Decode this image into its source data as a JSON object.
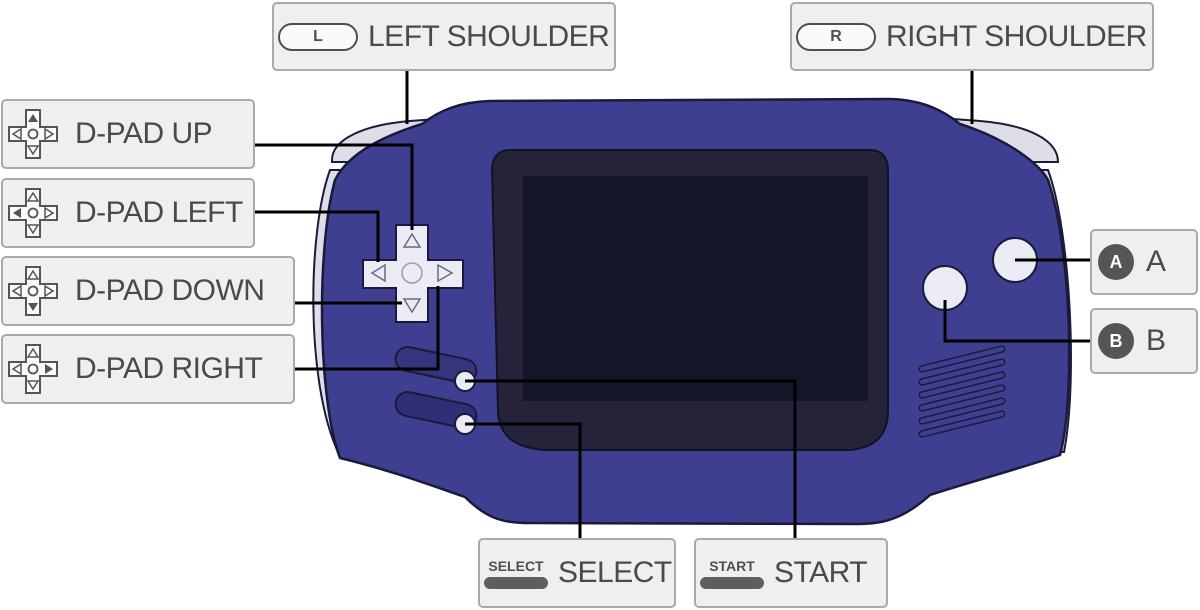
{
  "labels": {
    "left_shoulder": {
      "icon_text": "L",
      "text": "LEFT SHOULDER"
    },
    "right_shoulder": {
      "icon_text": "R",
      "text": "RIGHT SHOULDER"
    },
    "dpad_up": {
      "text": "D-PAD UP"
    },
    "dpad_left": {
      "text": "D-PAD LEFT"
    },
    "dpad_down": {
      "text": "D-PAD DOWN"
    },
    "dpad_right": {
      "text": "D-PAD RIGHT"
    },
    "a": {
      "icon_text": "A",
      "text": "A"
    },
    "b": {
      "icon_text": "B",
      "text": "B"
    },
    "select": {
      "icon_text": "SELECT",
      "text": "SELECT"
    },
    "start": {
      "icon_text": "START",
      "text": "START"
    }
  },
  "colors": {
    "console_body": "#3f3f91",
    "console_outline": "#1a1a3a",
    "shell_grey": "#dedee8",
    "screen_bezel": "#24233a",
    "screen": "#15152a",
    "button_face": "#ebebf5",
    "label_bg": "#efefef",
    "label_border": "#a9a9a9",
    "label_text": "#4a4a4a",
    "icon_dark": "#555555",
    "leader_line": "#000000"
  }
}
